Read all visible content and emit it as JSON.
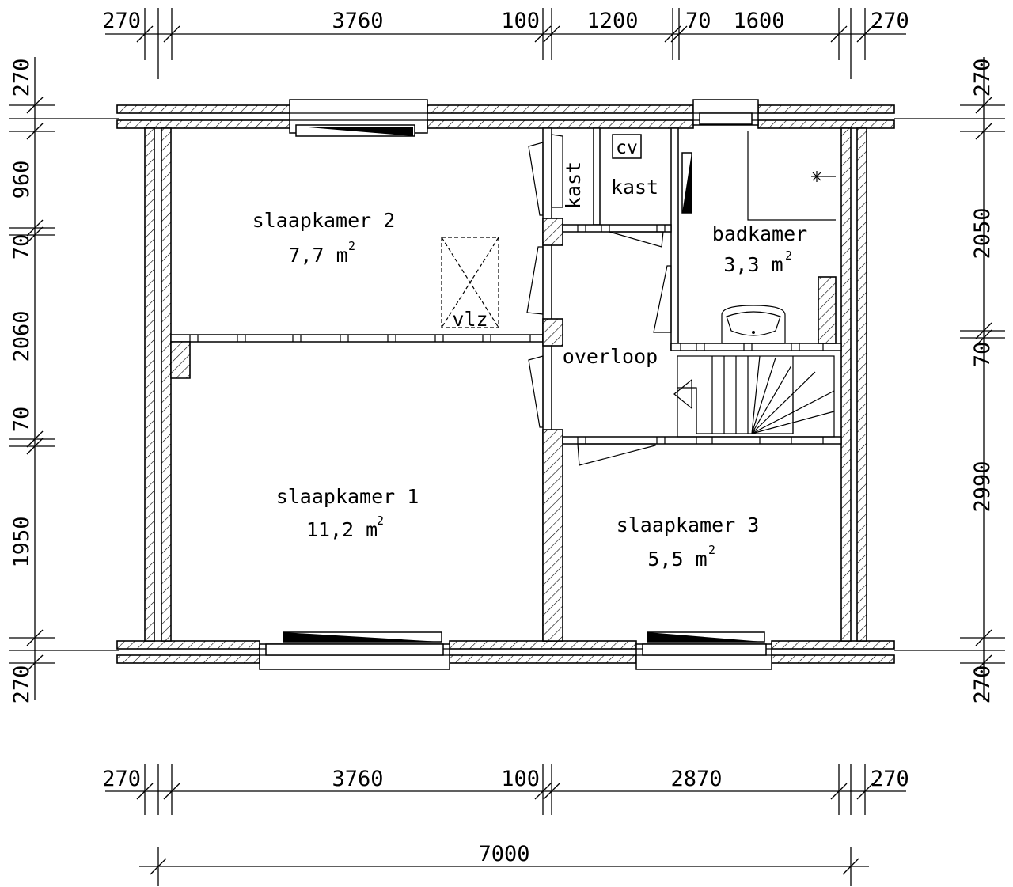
{
  "dimensions": {
    "top": [
      "270",
      "3760",
      "100",
      "1200",
      "70",
      "1600",
      "270"
    ],
    "bottom": [
      "270",
      "3760",
      "100",
      "2870",
      "270"
    ],
    "overall": "7000",
    "left": [
      "270",
      "960",
      "70",
      "2060",
      "70",
      "1950",
      "270"
    ],
    "right": [
      "270",
      "2050",
      "70",
      "2990",
      "270"
    ]
  },
  "rooms": {
    "slaapkamer2": {
      "name": "slaapkamer 2",
      "area": "7,7 m",
      "sup": "2"
    },
    "slaapkamer1": {
      "name": "slaapkamer 1",
      "area": "11,2 m",
      "sup": "2"
    },
    "slaapkamer3": {
      "name": "slaapkamer 3",
      "area": "5,5 m",
      "sup": "2"
    },
    "badkamer": {
      "name": "badkamer",
      "area": "3,3 m",
      "sup": "2"
    },
    "overloop": {
      "name": "overloop"
    },
    "kast_vertical": {
      "name": "kast"
    },
    "kast": {
      "name": "kast"
    },
    "cv": {
      "name": "cv"
    },
    "vlz": {
      "name": "vlz"
    }
  }
}
